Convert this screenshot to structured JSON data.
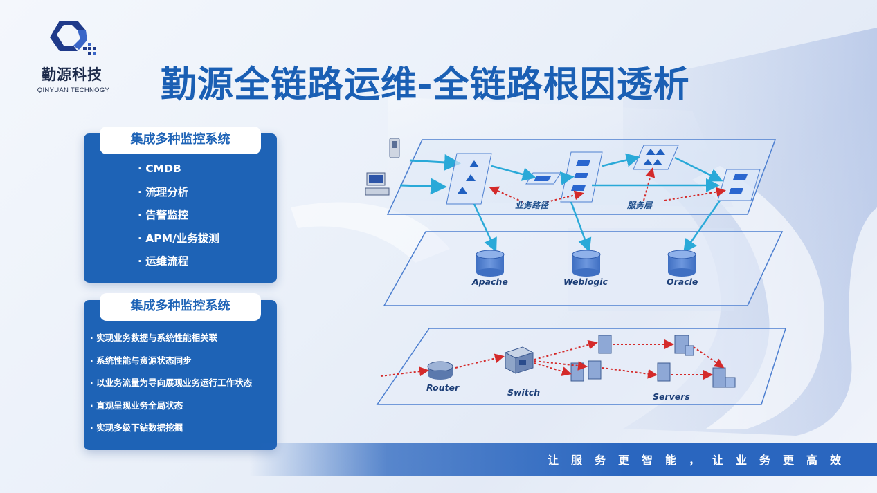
{
  "brand": {
    "name_cn": "勤源科技",
    "name_en": "QINYUAN TECHNOGY"
  },
  "title": "勤源全链路运维-全链路根因透析",
  "panel1": {
    "header": "集成多种监控系统",
    "items": [
      "CMDB",
      "流理分析",
      "告警监控",
      "APM/业务拔测",
      "运维流程"
    ]
  },
  "panel2": {
    "header": "集成多种监控系统",
    "items": [
      "实现业务数据与系统性能相关联",
      "系统性能与资源状态同步",
      "以业务流量为导向展现业务运行工作状态",
      "直观呈现业务全局状态",
      "实现多级下钻数据挖掘"
    ]
  },
  "diagram": {
    "path_label": "业务路径",
    "service_label": "服务层",
    "databases": [
      "Apache",
      "Weblogic",
      "Oracle"
    ],
    "network": [
      "Router",
      "Switch",
      "Servers"
    ]
  },
  "slogan": "让服务更智能，让业务更高效",
  "colors": {
    "brand_blue": "#1e63b6",
    "title_blue": "#1a5fb4",
    "arrow_cyan": "#29a9d8",
    "trace_red": "#d42a2a"
  }
}
